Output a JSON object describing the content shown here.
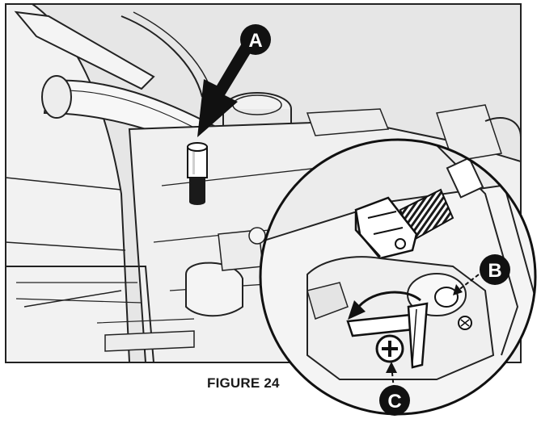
{
  "figure": {
    "caption": "FIGURE 24",
    "callouts": {
      "a": "A",
      "b": "B",
      "c": "C"
    }
  }
}
